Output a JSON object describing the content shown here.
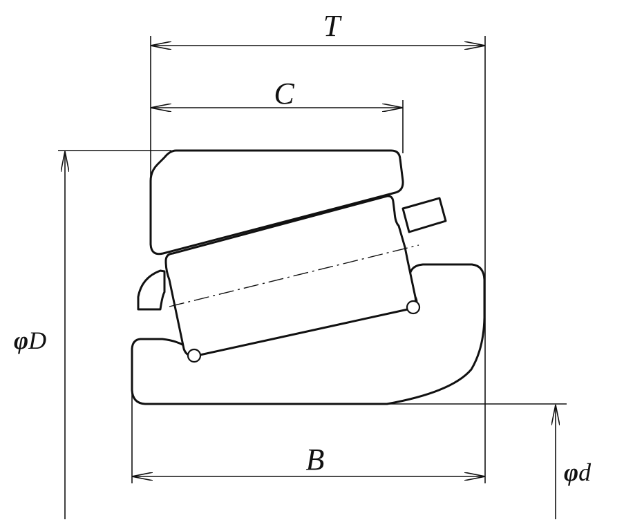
{
  "diagram": {
    "labels": {
      "total_width": "T",
      "cup_width": "C",
      "cone_width": "B",
      "outer_diameter_symbol": "φ",
      "outer_diameter_letter": "D",
      "bore_diameter_symbol": "φ",
      "bore_diameter_letter": "d"
    },
    "colors": {
      "line": "#111111",
      "background": "#ffffff"
    }
  }
}
